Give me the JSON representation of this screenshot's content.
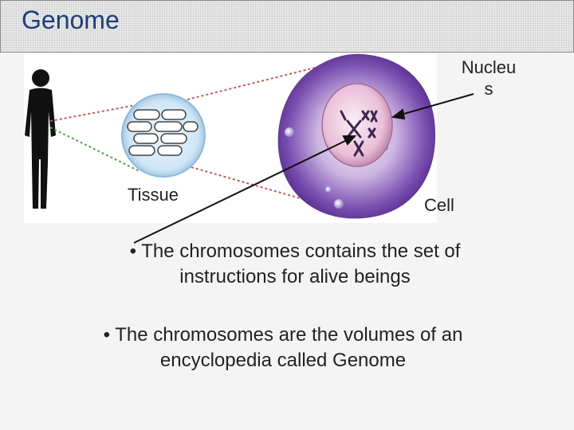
{
  "slide": {
    "title": "Genome"
  },
  "labels": {
    "nucleus_line1": "Nucleu",
    "nucleus_line2": "s",
    "tissue": "Tissue",
    "cell": "Cell"
  },
  "bullets": [
    {
      "marker": "•",
      "line1": "The chromosomes contains the set of",
      "line2": "instructions for alive beings"
    },
    {
      "marker": "•",
      "line1": "The chromosomes are the volumes of an",
      "line2": "encyclopedia called Genome"
    }
  ],
  "colors": {
    "title": "#1e3d7b",
    "cell_membrane": "#6a3ea3",
    "nucleus": "#e8b9d6",
    "tissue_bubble": "#cfe6f7",
    "human_silhouette": "#111111"
  }
}
